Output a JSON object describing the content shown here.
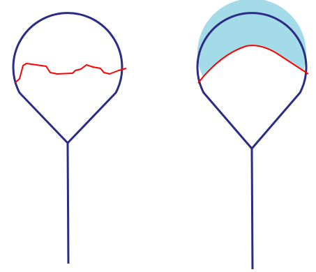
{
  "colors": {
    "background": "#ffffff",
    "outline": "#2b2c86",
    "curve": "#ff0000",
    "fill": "#a4dbe8"
  },
  "figures": [
    {
      "name": "balloon-left",
      "icon": "balloon-with-rough-line",
      "filled_region": false
    },
    {
      "name": "balloon-right",
      "icon": "balloon-with-smooth-arc",
      "filled_region": true
    }
  ]
}
